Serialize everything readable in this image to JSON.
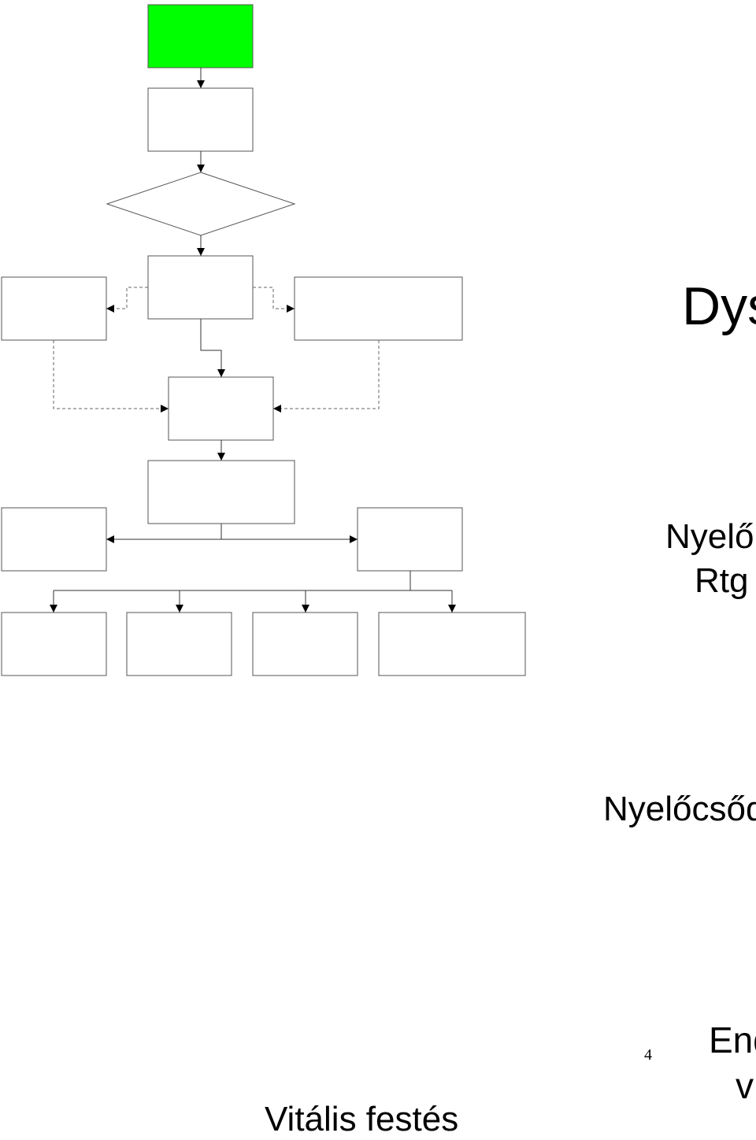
{
  "diagram": {
    "start_fill": "#00ff00",
    "stroke": "#555555",
    "dashed_stroke": "#777777",
    "box_fill": "#ffffff"
  },
  "labels": {
    "dys": "Dys",
    "nyelo": "Nyelő",
    "rtg": "Rtg",
    "nyelocsod": "Nyelőcsőd",
    "end": "End",
    "v": "v",
    "vitalis": "Vitális festés"
  },
  "page_number": "4"
}
